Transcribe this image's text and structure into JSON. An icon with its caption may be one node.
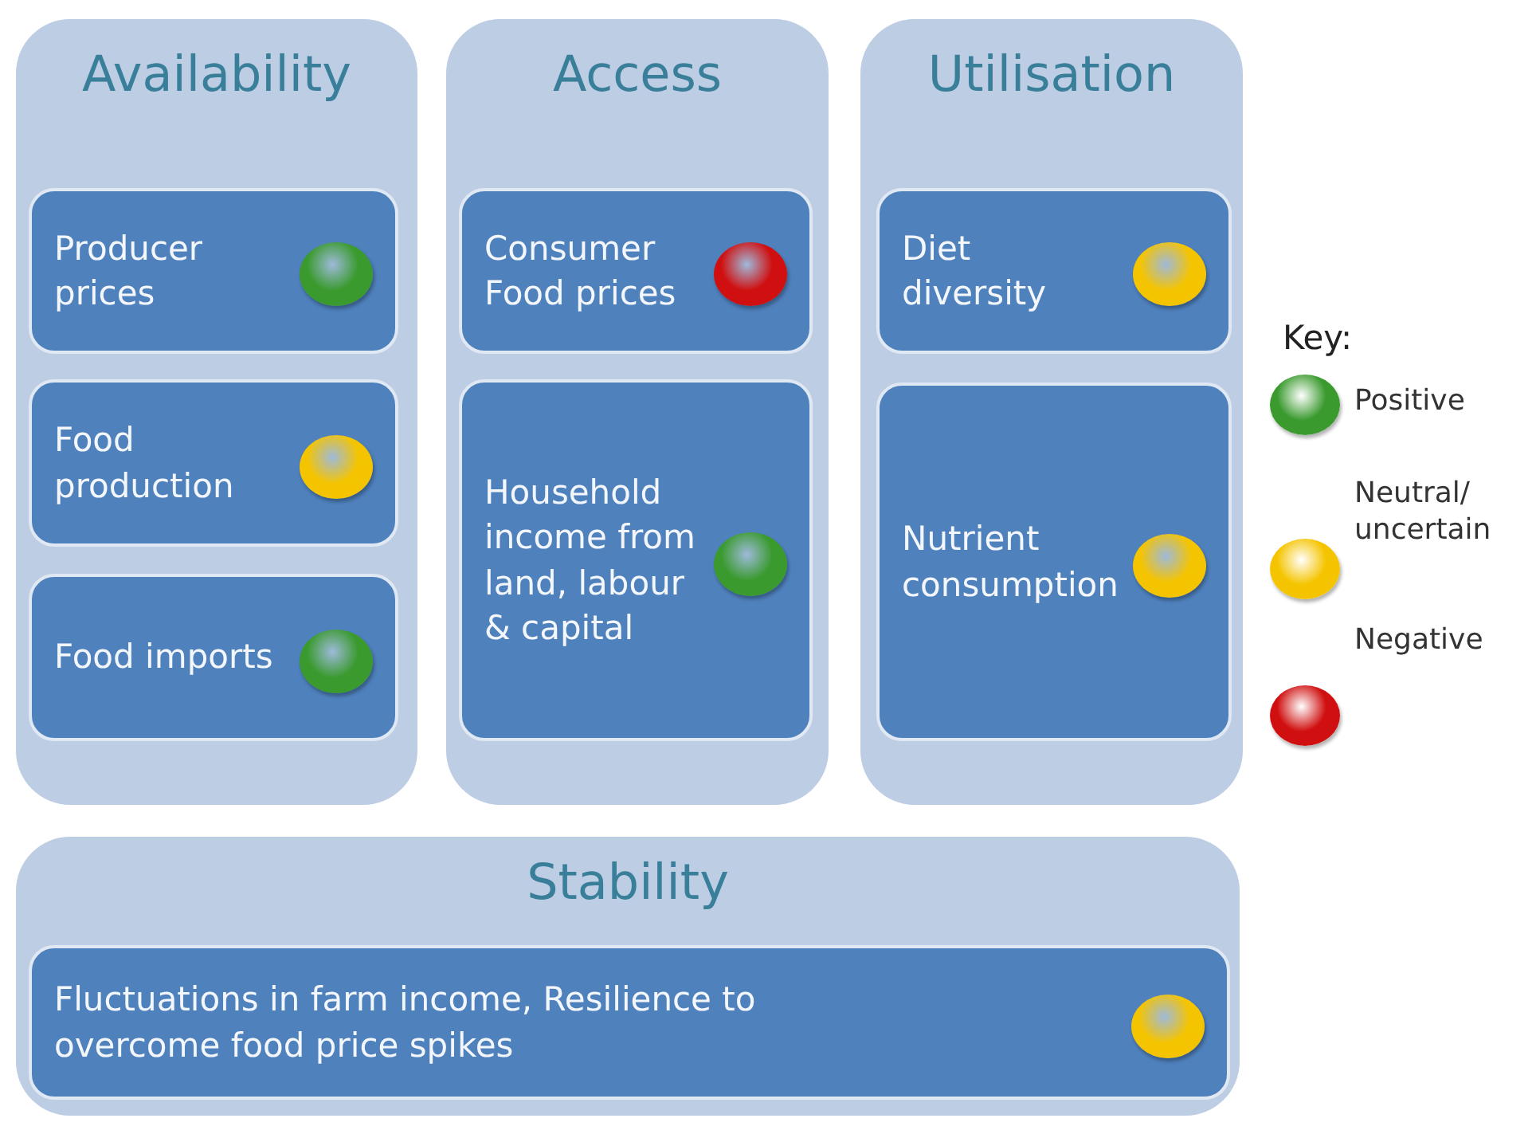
{
  "diagram": {
    "nodes": [
      {
        "text": [
          "Availability"
        ]
      },
      {
        "text": [
          "Producer prices"
        ],
        "in": 0
      },
      {
        "text": [
          "Food production"
        ],
        "in": 0
      },
      {
        "text": [
          "Food imports"
        ],
        "in": 0
      },
      {
        "text": [
          "Access"
        ]
      },
      {
        "text": [
          "Consumer Food prices"
        ],
        "in": 4
      },
      {
        "text": [
          "Household income from land, labour & capital"
        ],
        "in": 4
      },
      {
        "text": [
          "Utilisation"
        ]
      },
      {
        "text": [
          "Diet diversity"
        ],
        "in": 7
      },
      {
        "text": [
          "Nutrient consumption"
        ],
        "in": 7
      },
      {
        "text": [
          "Stability"
        ]
      },
      {
        "text": [
          "Fluctuations in farm income, Resilience to overcome food price spikes"
        ],
        "in": 10
      }
    ],
    "labels": [
      "Key:"
    ],
    "legend": [
      {
        "text": "Positive",
        "color": "#3a9a2e"
      },
      {
        "text": "Neutral/ uncertain",
        "color": "#f5c400"
      },
      {
        "text": "Negative",
        "color": "#d01010"
      }
    ]
  }
}
